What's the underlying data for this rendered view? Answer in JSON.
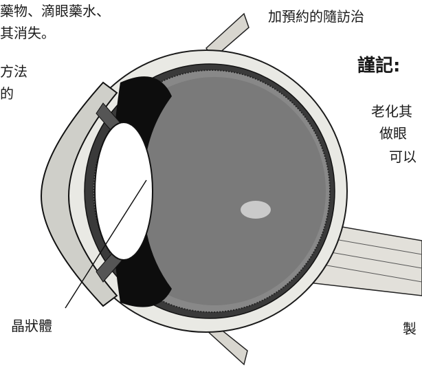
{
  "text": {
    "left_line1": "藥物、滴眼藥水、",
    "left_line2": "其消失。",
    "left_line3": "方法",
    "left_line4": "的",
    "top_right": "加預約的隨訪治",
    "heading": "謹記:",
    "right_line1": "老化其",
    "right_line2": "做眼",
    "right_line3": "可以",
    "right_line4": "製"
  },
  "labels": {
    "lens": "晶狀體"
  },
  "colors": {
    "vitreous": "#7a7a7a",
    "outer_wall": "#e9e9e4",
    "choroid": "#2a2a2a",
    "lens": "#ffffff"
  }
}
